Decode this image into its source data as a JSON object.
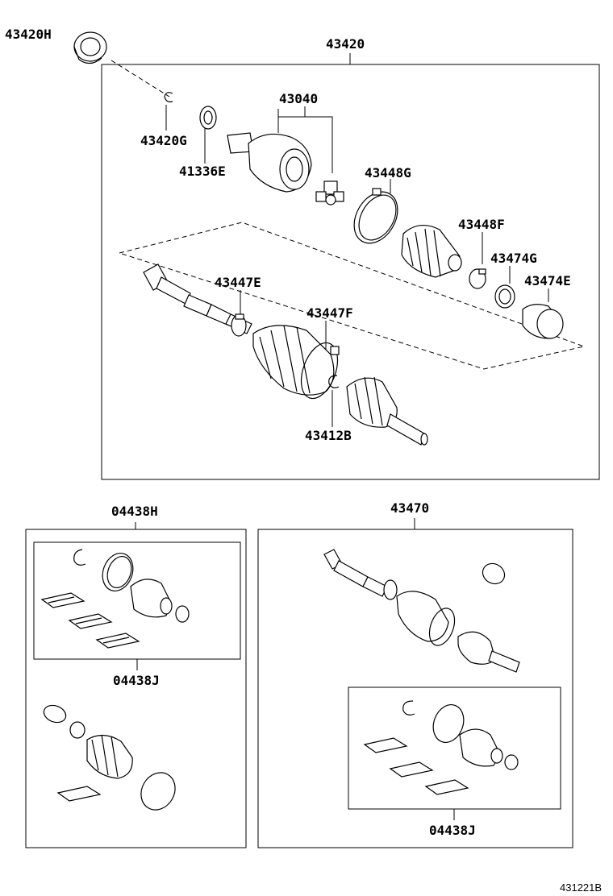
{
  "labels": {
    "p43420H": "43420H",
    "p43420": "43420",
    "p43420G": "43420G",
    "p41336E": "41336E",
    "p43040": "43040",
    "p43448G": "43448G",
    "p43448F": "43448F",
    "p43474G": "43474G",
    "p43474E": "43474E",
    "p43447E": "43447E",
    "p43447F": "43447F",
    "p43412B": "43412B",
    "p04438H": "04438H",
    "p04438J_left": "04438J",
    "p43470": "43470",
    "p04438J_right": "04438J"
  },
  "diagram_ref": "431221B"
}
